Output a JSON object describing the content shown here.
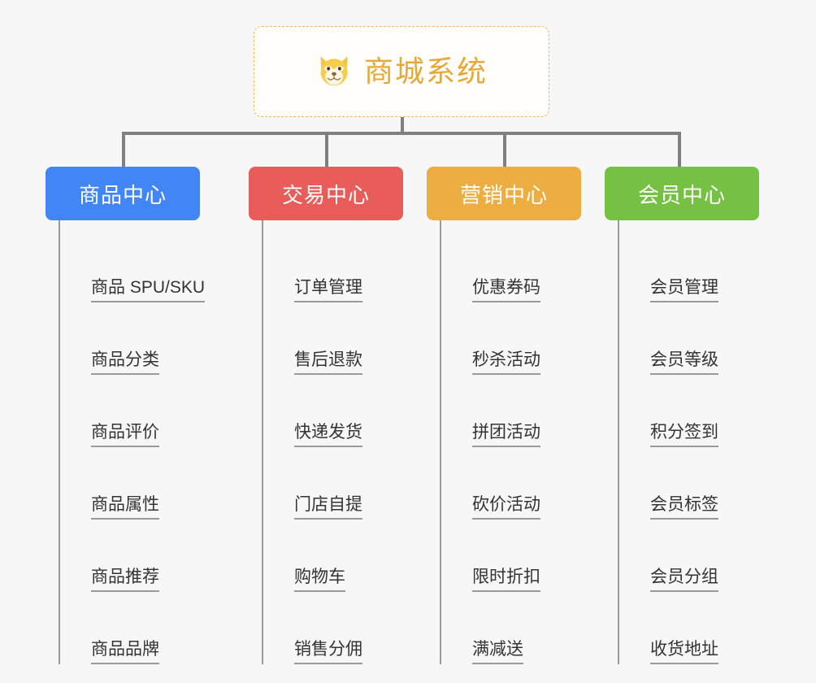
{
  "page": {
    "background_color": "#f7f7f7",
    "line_color": "#808080"
  },
  "root": {
    "icon": "dog-face-icon",
    "title": "商城系统",
    "title_color": "#e8a838",
    "border_color": "#edb95a"
  },
  "categories": [
    {
      "label": "商品中心",
      "color": "#4285f4",
      "items": [
        "商品 SPU/SKU",
        "商品分类",
        "商品评价",
        "商品属性",
        "商品推荐",
        "商品品牌"
      ]
    },
    {
      "label": "交易中心",
      "color": "#e85d5a",
      "items": [
        "订单管理",
        "售后退款",
        "快递发货",
        "门店自提",
        "购物车",
        "销售分佣"
      ]
    },
    {
      "label": "营销中心",
      "color": "#edae41",
      "items": [
        "优惠券码",
        "秒杀活动",
        "拼团活动",
        "砍价活动",
        "限时折扣",
        "满减送"
      ]
    },
    {
      "label": "会员中心",
      "color": "#76c043",
      "items": [
        "会员管理",
        "会员等级",
        "积分签到",
        "会员标签",
        "会员分组",
        "收货地址"
      ]
    }
  ]
}
